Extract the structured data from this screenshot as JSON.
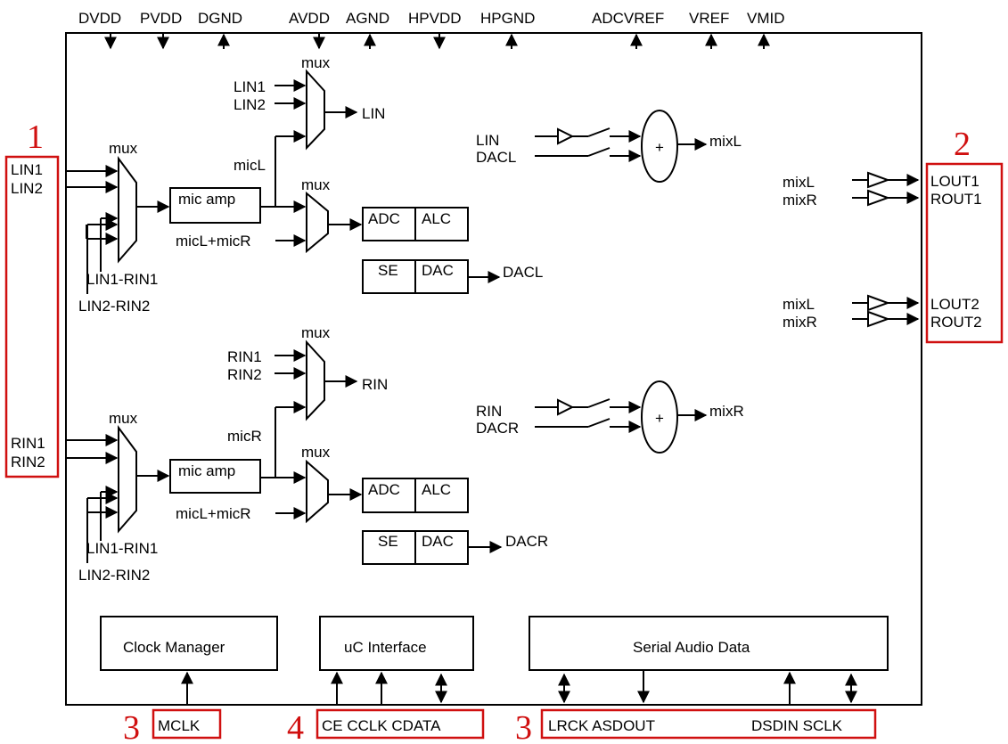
{
  "top_pins": [
    "DVDD",
    "PVDD",
    "DGND",
    "AVDD",
    "AGND",
    "HPVDD",
    "HPGND",
    "ADCVREF",
    "VREF",
    "VMID"
  ],
  "group_numbers": {
    "left_inputs": "1",
    "right_outputs": "2",
    "mclk": "3",
    "control": "4",
    "audio": "3"
  },
  "left_inputs": {
    "upper": [
      "LIN1",
      "LIN2"
    ],
    "lower": [
      "RIN1",
      "RIN2"
    ]
  },
  "left_channel": {
    "input_mux_label": "mux",
    "diff_1": "LIN1-RIN1",
    "diff_2": "LIN2-RIN2",
    "mic_amp": "mic amp",
    "mic_label": "micL",
    "sel_mux_label": "mux",
    "sel_in_1": "LIN1",
    "sel_in_2": "LIN2",
    "sel_out": "LIN",
    "adc_mux_label": "mux",
    "adc_mux_in": "micL+micR",
    "adc": "ADC",
    "alc": "ALC",
    "se": "SE",
    "dac": "DAC",
    "dac_out": "DACL",
    "mix_in_1": "LIN",
    "mix_in_2": "DACL",
    "mixer": "+",
    "mix_out": "mixL"
  },
  "right_channel": {
    "input_mux_label": "mux",
    "diff_1": "LIN1-RIN1",
    "diff_2": "LIN2-RIN2",
    "mic_amp": "mic amp",
    "mic_label": "micR",
    "sel_mux_label": "mux",
    "sel_in_1": "RIN1",
    "sel_in_2": "RIN2",
    "sel_out": "RIN",
    "adc_mux_label": "mux",
    "adc_mux_in": "micL+micR",
    "adc": "ADC",
    "alc": "ALC",
    "se": "SE",
    "dac": "DAC",
    "dac_out": "DACR",
    "mix_in_1": "RIN",
    "mix_in_2": "DACR",
    "mixer": "+",
    "mix_out": "mixR"
  },
  "outputs": {
    "pair1": {
      "in": [
        "mixL",
        "mixR"
      ],
      "out": [
        "LOUT1",
        "ROUT1"
      ]
    },
    "pair2": {
      "in": [
        "mixL",
        "mixR"
      ],
      "out": [
        "LOUT2",
        "ROUT2"
      ]
    }
  },
  "bottom_blocks": {
    "clock": "Clock Manager",
    "uc": "uC Interface",
    "serial": "Serial Audio Data"
  },
  "bottom_pins": {
    "clock": "MCLK",
    "control": "CE CCLK CDATA",
    "audio_left": "LRCK ASDOUT",
    "audio_right": "DSDIN SCLK"
  }
}
